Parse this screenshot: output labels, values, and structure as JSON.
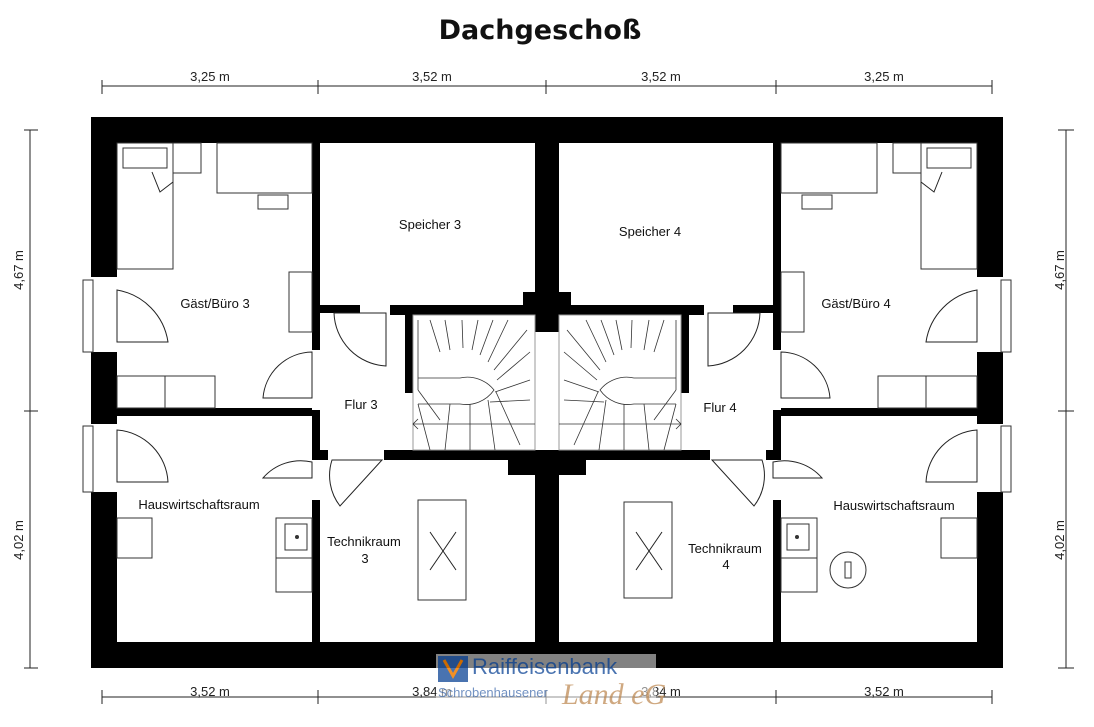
{
  "title": "Dachgeschoß",
  "dimensions": {
    "top": [
      "3,25 m",
      "3,52 m",
      "3,52 m",
      "3,25 m"
    ],
    "bottom": [
      "3,52 m",
      "3,84 m",
      "3,84 m",
      "3,52 m"
    ],
    "left": [
      "4,67 m",
      "4,02 m"
    ],
    "right": [
      "4,67 m",
      "4,02 m"
    ]
  },
  "rooms": {
    "speicher3": "Speicher 3",
    "speicher4": "Speicher 4",
    "gast3": "Gäst/Büro 3",
    "gast4": "Gäst/Büro 4",
    "flur3": "Flur 3",
    "flur4": "Flur 4",
    "hwr_left": "Hauswirtschaftsraum",
    "hwr_right": "Hauswirtschaftsraum",
    "technik3_line1": "Technikraum",
    "technik3_line2": "3",
    "technik4_line1": "Technikraum",
    "technik4_line2": "4"
  },
  "logo": {
    "name": "Raiffeisenbank",
    "sub": "Schrobenhausener",
    "land": "Land eG"
  },
  "colors": {
    "wall": "#000000",
    "logo_blue": "#2a5ba3",
    "logo_orange": "#f07d00"
  }
}
